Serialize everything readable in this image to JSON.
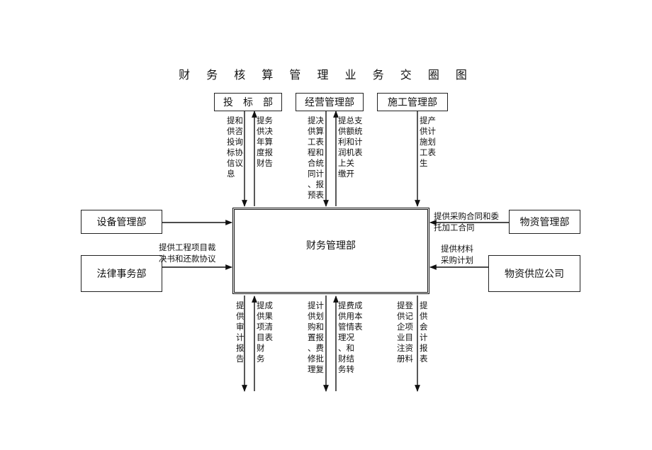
{
  "title": "财 务 核 算 管 理 业 务 交 圈 图",
  "boxes": {
    "toubiao": "投　标　部",
    "jingying": "经营管理部",
    "shigong": "施工管理部",
    "shebei": "设备管理部",
    "falv": "法律事务部",
    "wuzi": "物资管理部",
    "gongying": "物资供应公司",
    "caiwu": "财务管理部"
  },
  "labels": {
    "tb_a": "提和\n供咨\n投询\n标协\n信议\n息",
    "tb_b": "提务\n供决\n年算\n度报\n财告",
    "jy_a": "提决\n供算\n工表\n程和\n合统\n同计\n、报\n预表",
    "jy_b": "提总支\n供额统\n利和计\n润机表\n上关\n缴开",
    "sg_a": "提产\n供计\n施划\n工表\n生",
    "falv_in": "提供工程项目裁\n决书和还款协议",
    "wuzi_in": "提供采购合同和委\n托加工合同",
    "gongying_in": "提供材料\n采购计划",
    "b1": "提\n供\n审\n计\n报\n告",
    "b2": "提成\n供果\n项清\n目表\n财\n务",
    "b3": "提计\n供划\n购和\n置报\n、费\n修批\n理复",
    "b4": "提费成\n供用本\n管情表\n理况\n、和\n财结\n务转",
    "b5": "提登\n供记\n企项\n业目\n注资\n册料",
    "b6": "提\n供\n会\n计\n报\n表"
  }
}
